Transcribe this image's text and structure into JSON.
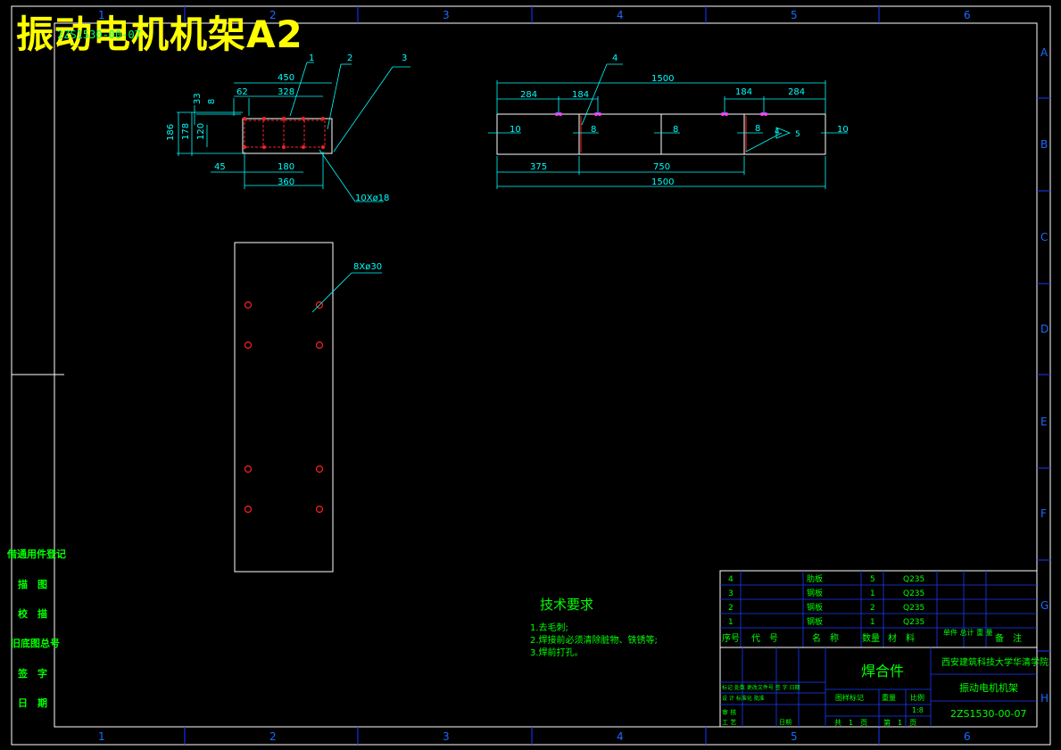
{
  "title": "振动电机机架A2",
  "subtitle": "2ZS1530-00-07",
  "border": {
    "col_labels": [
      "1",
      "2",
      "3",
      "4",
      "5",
      "6"
    ],
    "row_labels": [
      "A",
      "B",
      "C",
      "D",
      "E",
      "F",
      "G",
      "H"
    ]
  },
  "front_view": {
    "dims": {
      "overall_width": "450",
      "inner_width": "328",
      "offset": "62",
      "height_33": "33",
      "height_8": "8",
      "height_186": "186",
      "height_178": "178",
      "height_120": "120",
      "left_45": "45",
      "pitch_180": "180",
      "span_360": "360"
    },
    "callouts": [
      "1",
      "2",
      "3"
    ],
    "holes_note": "10Xø18"
  },
  "side_view": {
    "dims": {
      "top_overall": "1500",
      "left_284": "284",
      "left_184": "184",
      "right_184": "184",
      "right_284": "284",
      "thk_10_left": "10",
      "thk_8_a": "8",
      "thk_8_b": "8",
      "thk_8_c": "8",
      "thk_10_right": "10",
      "bottom_375": "375",
      "bottom_750": "750",
      "bottom_overall": "1500",
      "weld_4": "4",
      "weld_5": "5"
    },
    "callout": "4"
  },
  "plan_view": {
    "holes_note": "8Xø30"
  },
  "tech_requirements": {
    "heading": "技术要求",
    "items": [
      "1.去毛刺;",
      "2.焊接前必须清除脏物、铁锈等;",
      "3.焊前打孔。"
    ]
  },
  "left_stamp": {
    "items": [
      "借通用件登记",
      "描　图",
      "校　描",
      "旧底图总号",
      "签　字",
      "日　期"
    ]
  },
  "parts_list": {
    "rows": [
      {
        "no": "4",
        "name": "肋板",
        "qty": "5",
        "material": "Q235"
      },
      {
        "no": "3",
        "name": "钢板",
        "qty": "1",
        "material": "Q235"
      },
      {
        "no": "2",
        "name": "钢板",
        "qty": "2",
        "material": "Q235"
      },
      {
        "no": "1",
        "name": "钢板",
        "qty": "1",
        "material": "Q235"
      }
    ],
    "headers": {
      "no": "序号",
      "code": "代　号",
      "name": "名　称",
      "qty": "数量",
      "material": "材　料",
      "weight": "单件 总计\n重 量",
      "remark": "备　注"
    }
  },
  "title_block": {
    "drawing_type": "焊合件",
    "school": "西安建筑科技大学华清学院",
    "part_name": "振动电机机架",
    "drawing_no": "2ZS1530-00-07",
    "scale_label": "比例",
    "scale_value": "1:8",
    "weight_label": "重量",
    "stage_label": "图样标记",
    "sheets": "共　1　页",
    "sheet_no": "第　1　页",
    "row_labels": [
      "标记 处数 更改文件号 签 字 日期",
      "设 计 标准化 批准",
      "审 核",
      "工 艺"
    ],
    "date_label": "日期"
  },
  "colors": {
    "border": "#ffffff",
    "grid": "#1a3aff",
    "dim": "#00ffff",
    "green": "#00ff00",
    "red": "#ff2020",
    "yellow": "#ffff00",
    "magenta": "#ff40ff"
  }
}
